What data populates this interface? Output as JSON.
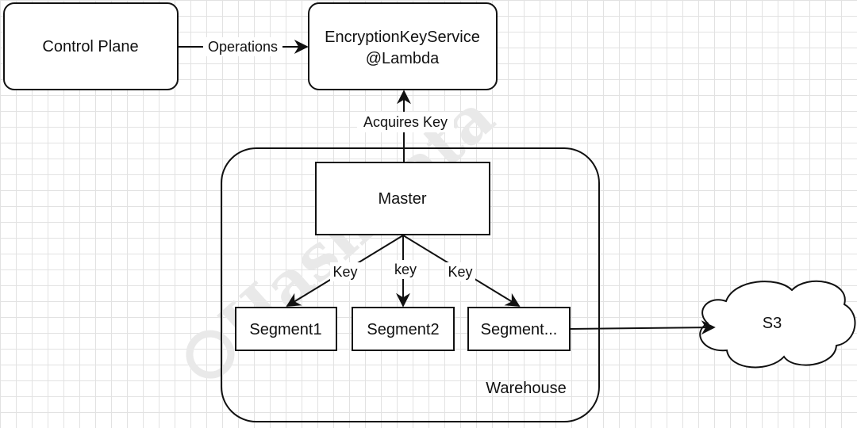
{
  "nodes": {
    "control_plane": "Control Plane",
    "encryption_service_line1": "EncryptionKeyService",
    "encryption_service_line2": "@Lambda",
    "master": "Master",
    "segment1": "Segment1",
    "segment2": "Segment2",
    "segment3": "Segment...",
    "warehouse": "Warehouse",
    "s3": "S3"
  },
  "edges": {
    "operations": "Operations",
    "acquires_key": "Acquires Key",
    "key_left": "Key",
    "key_middle": "key",
    "key_right": "Key"
  },
  "watermark": "HashData",
  "colors": {
    "stroke": "#111111",
    "background": "#ffffff",
    "grid": "#e2e2e2",
    "watermark": "#e9e9e9"
  }
}
